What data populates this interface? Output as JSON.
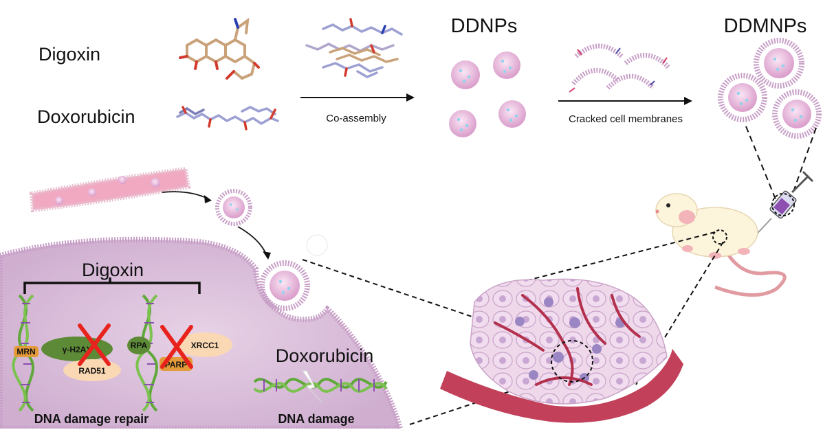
{
  "labels": {
    "digoxin_top": "Digoxin",
    "doxorubicin_top": "Doxorubicin",
    "ddnps": "DDNPs",
    "ddmnps": "DDMNPs",
    "co_assembly": "Co-assembly",
    "cracked_membranes": "Cracked cell membranes",
    "digoxin_cell": "Digoxin",
    "doxorubicin_cell": "Doxorubicin",
    "dna_damage_repair": "DNA damage repair",
    "dna_damage": "DNA damage"
  },
  "proteins": {
    "mrn": "MRN",
    "h2ax": "γ-H2AX",
    "rad51": "RAD51",
    "rpa": "RPA",
    "xrcc1": "XRCC1",
    "parp": "PARP"
  },
  "colors": {
    "cell_fill": "#d8bcd6",
    "membrane": "#c79ec6",
    "nanoparticle": "#e6b6dc",
    "vessel": "#c2405a",
    "inhibit_x": "#e8221c",
    "digoxin_molecule": "#c9a27a",
    "doxorubicin_molecule": "#9da0d2"
  }
}
